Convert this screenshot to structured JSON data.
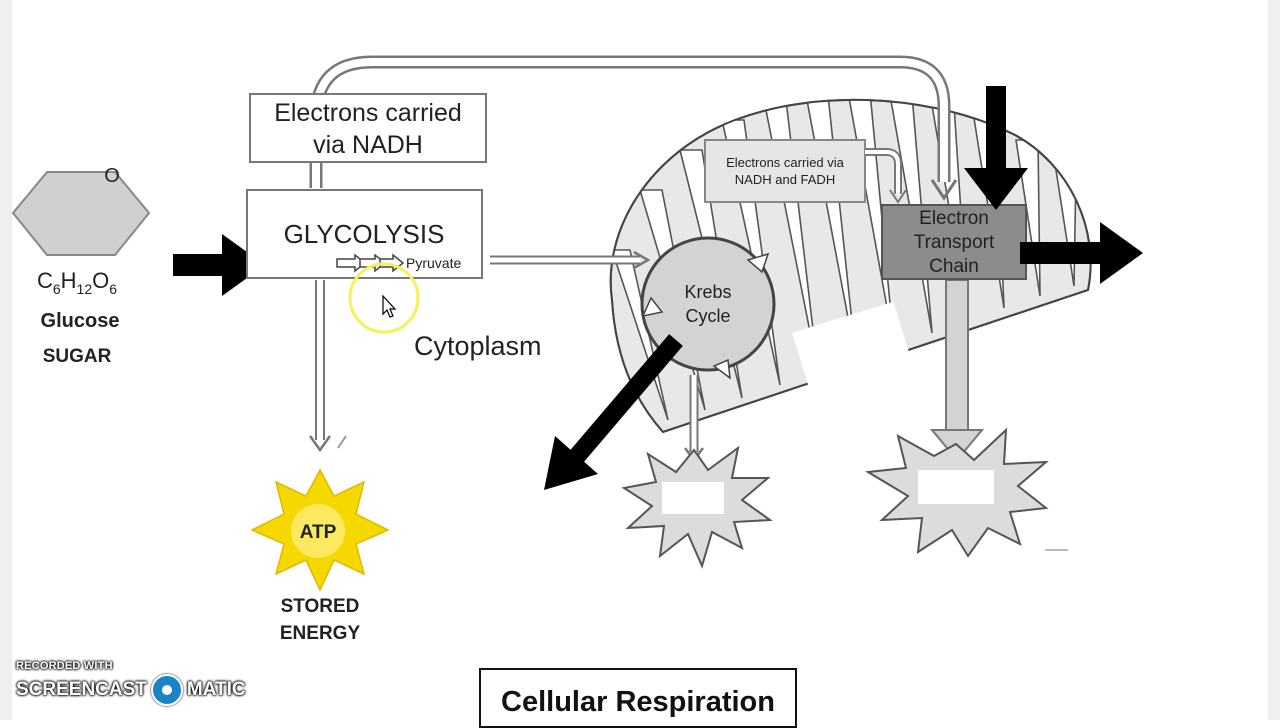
{
  "glucose": {
    "oxygen_label": "O",
    "formula": [
      "C",
      "6",
      "H",
      "12",
      "O",
      "6"
    ],
    "name": "Glucose",
    "type": "SUGAR"
  },
  "nadh_box": {
    "line1": "Electrons carried",
    "line2": "via NADH"
  },
  "glycolysis": {
    "label": "GLYCOLYSIS",
    "pyruvate": "Pyruvate"
  },
  "cytoplasm": "Cytoplasm",
  "mito_box": {
    "line1": "Electrons carried via",
    "line2": "NADH and FADH"
  },
  "krebs": {
    "line1": "Krebs",
    "line2": "Cycle"
  },
  "etc": {
    "line1": "Electron",
    "line2": "Transport",
    "line3": "Chain"
  },
  "atp": {
    "label": "ATP",
    "caption1": "STORED",
    "caption2": "ENERGY"
  },
  "page_title": "Cellular Respiration",
  "watermark": {
    "recorded": "RECORDED WITH",
    "brand_left": "SCREENCAST",
    "brand_right": "MATIC"
  },
  "colors": {
    "arrow": "#000000",
    "box_fill": "#ffffff",
    "mito_fill": "#e8e8e8",
    "krebs_fill": "#d3d3d3",
    "etc_fill": "#8c8c8c",
    "atp_star": "#f5d800",
    "burst_fill": "#dcdcdc",
    "highlight": "#f7f05a"
  }
}
